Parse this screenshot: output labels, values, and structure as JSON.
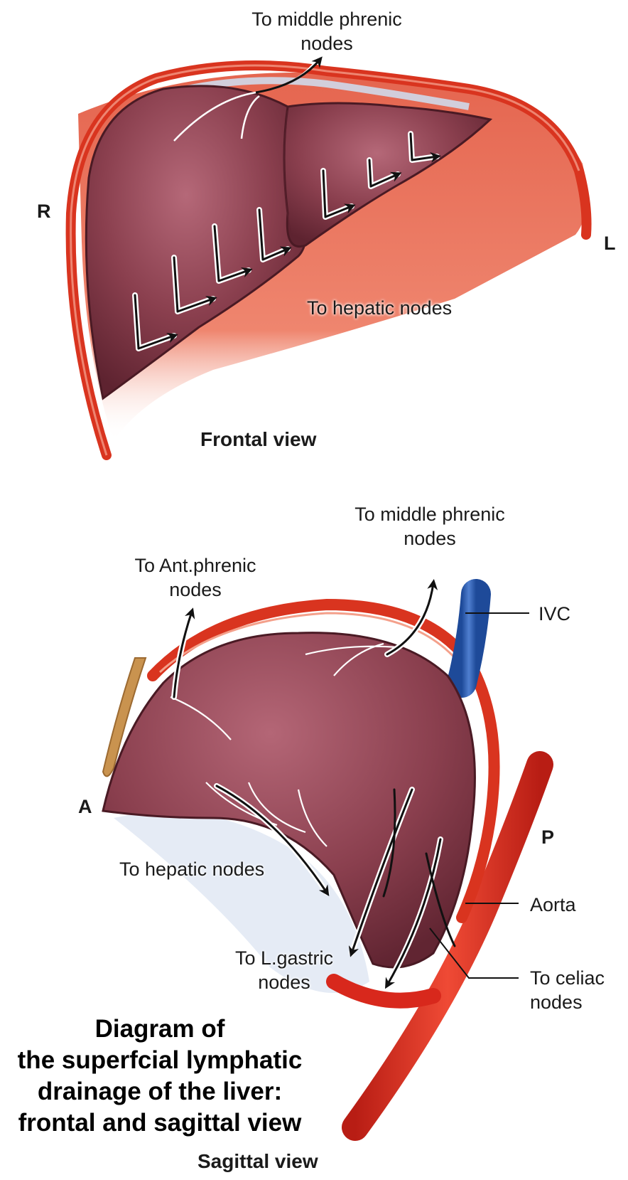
{
  "frontal": {
    "middle_phrenic": [
      "To middle phrenic",
      "nodes"
    ],
    "hepatic": "To hepatic nodes",
    "right": "R",
    "left": "L",
    "view": "Frontal view"
  },
  "sagittal": {
    "middle_phrenic": [
      "To middle phrenic",
      "nodes"
    ],
    "ant_phrenic": [
      "To Ant.phrenic",
      "nodes"
    ],
    "ivc": "IVC",
    "anterior": "A",
    "posterior": "P",
    "hepatic": "To hepatic nodes",
    "aorta": "Aorta",
    "l_gastric": [
      "To L.gastric",
      "nodes"
    ],
    "celiac": [
      "To celiac",
      "nodes"
    ],
    "view": "Sagittal view"
  },
  "title": [
    "Diagram of",
    "the superfcial lymphatic",
    "drainage of the liver:",
    "frontal and sagittal view"
  ],
  "colors": {
    "liver": "#8a3f4e",
    "diaphragm": "#d9341f",
    "ivc": "#2a5db0",
    "aorta": "#d8281c"
  }
}
